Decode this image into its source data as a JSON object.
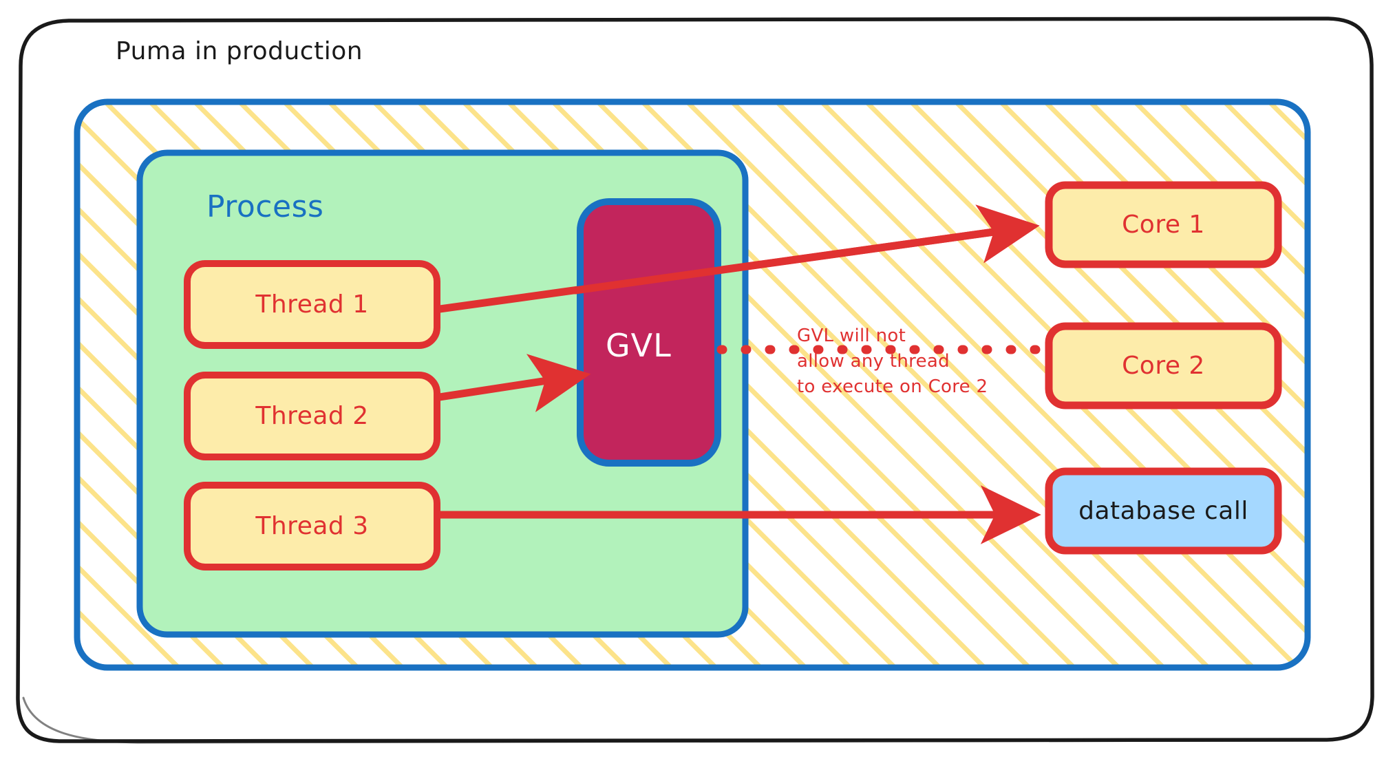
{
  "diagram": {
    "title": "Puma in production",
    "process_label": "Process",
    "gvl_label": "GVL",
    "annotation": "GVL will not\nallow any thread\nto execute on Core 2",
    "threads": [
      {
        "label": "Thread 1"
      },
      {
        "label": "Thread 2"
      },
      {
        "label": "Thread 3"
      }
    ],
    "targets": [
      {
        "label": "Core 1",
        "kind": "core"
      },
      {
        "label": "Core 2",
        "kind": "core"
      },
      {
        "label": "database call",
        "kind": "database"
      }
    ],
    "colors": {
      "outer_border": "#1a1a1a",
      "machine_border": "#1971c2",
      "hatch_stripe": "#fce38a",
      "process_fill": "#b2f2bb",
      "process_border": "#1971c2",
      "process_text": "#1971c2",
      "thread_fill": "#fdecaa",
      "thread_border": "#e03131",
      "thread_text": "#e03131",
      "gvl_fill": "#c2255c",
      "gvl_border": "#1971c2",
      "gvl_text": "#ffffff",
      "core_fill": "#fdecaa",
      "core_border": "#e03131",
      "core_text": "#e03131",
      "database_fill": "#a5d8ff",
      "database_border": "#e03131",
      "database_text": "#1a1a1a",
      "arrow": "#e03131",
      "dotted_line": "#e03131",
      "annotation_text": "#e03131",
      "background": "#ffffff"
    },
    "edges": [
      {
        "from": "Thread 1",
        "to": "Core 1",
        "style": "solid-arrow"
      },
      {
        "from": "Thread 2",
        "to": "GVL",
        "style": "solid-arrow"
      },
      {
        "from": "Thread 3",
        "to": "database call",
        "style": "solid-arrow"
      },
      {
        "from": "GVL",
        "to": "Core 2",
        "style": "dotted-blocked"
      }
    ]
  }
}
